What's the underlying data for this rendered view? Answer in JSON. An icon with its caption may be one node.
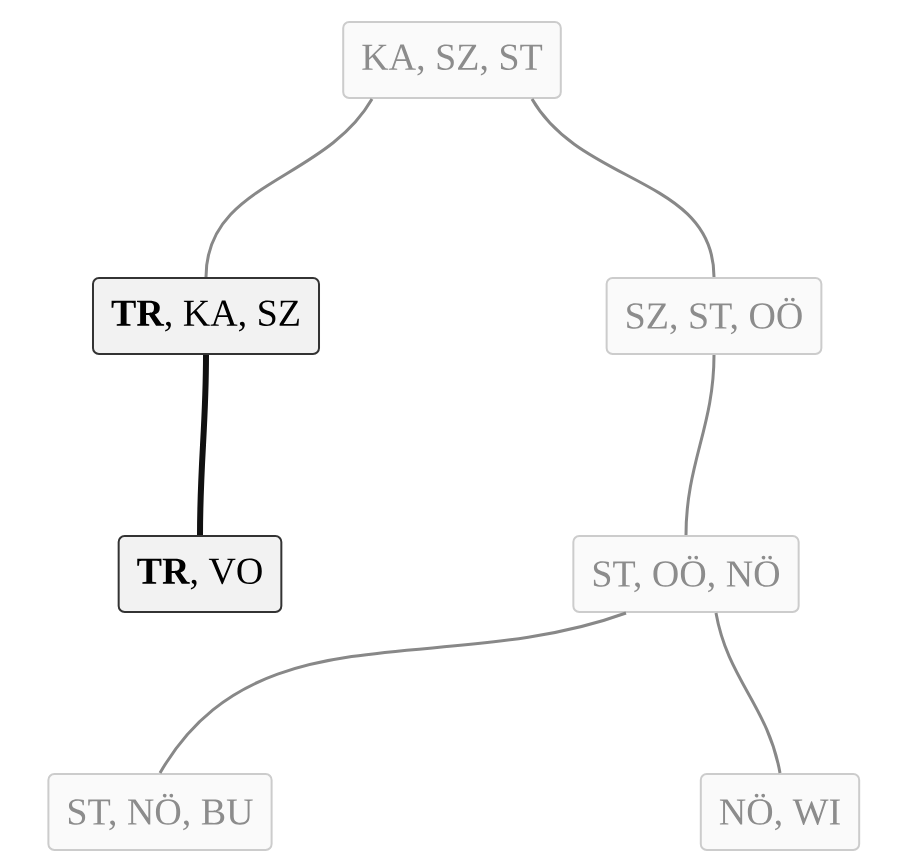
{
  "diagram": {
    "nodes": [
      {
        "text": [
          "KA, SZ, ST"
        ]
      },
      {
        "text": [
          "**TR**, KA, SZ"
        ]
      },
      {
        "text": [
          "SZ, ST, OÖ"
        ]
      },
      {
        "text": [
          "**TR**, VO"
        ]
      },
      {
        "text": [
          "ST, OÖ, NÖ"
        ]
      },
      {
        "text": [
          "ST, NÖ, BU"
        ]
      },
      {
        "text": [
          "NÖ, WI"
        ]
      }
    ],
    "edges": [
      {
        "from": 0,
        "to": 1,
        "arrow": "none"
      },
      {
        "from": 0,
        "to": 2,
        "arrow": "none"
      },
      {
        "from": 1,
        "to": 3,
        "arrow": "none",
        "style": "thick",
        "color": "#111111"
      },
      {
        "from": 2,
        "to": 4,
        "arrow": "none"
      },
      {
        "from": 4,
        "to": 5,
        "arrow": "none"
      },
      {
        "from": 4,
        "to": 6,
        "arrow": "none"
      }
    ]
  }
}
